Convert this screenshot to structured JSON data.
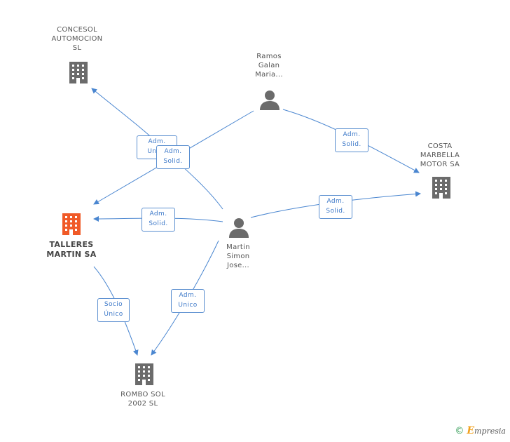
{
  "nodes": {
    "concesol": {
      "name": "CONCESOL\nAUTOMOCION\nSL"
    },
    "ramos": {
      "name": "Ramos\nGalan\nMaria..."
    },
    "costa": {
      "name": "COSTA\nMARBELLA\nMOTOR SA"
    },
    "talleres": {
      "name": "TALLERES\nMARTIN SA"
    },
    "martin": {
      "name": "Martin\nSimon\nJose..."
    },
    "rombo": {
      "name": "ROMBO SOL\n2002 SL"
    }
  },
  "edges": {
    "ramos_concesol": "Adm.\nUnico",
    "ramos_talleres": "Adm.\nSolid.",
    "ramos_costa": "Adm.\nSolid.",
    "martin_talleres": "Adm.\nSolid.",
    "martin_costa": "Adm.\nSolid.",
    "martin_rombo": "Adm.\nUnico",
    "talleres_rombo": "Socio\nÚnico"
  },
  "colors": {
    "edge": "#4a86d0",
    "company_icon": "#6b6b6b",
    "main_company_icon": "#f05a28",
    "person_icon": "#6b6b6b"
  },
  "brand": {
    "copyright": "©",
    "initial": "E",
    "rest": "mpresia"
  }
}
